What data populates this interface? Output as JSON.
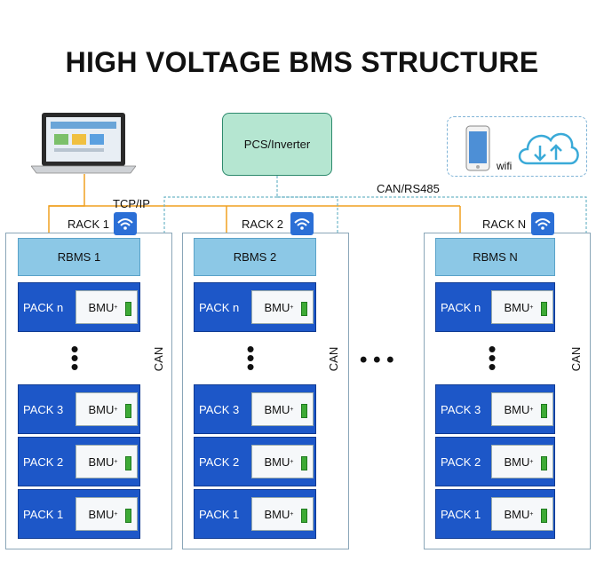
{
  "title": "HIGH VOLTAGE BMS STRUCTURE",
  "pcs_label": "PCS/Inverter",
  "tcpip_label": "TCP/IP",
  "canrs_label": "CAN/RS485",
  "wifi_label": "wifi",
  "can_label": "CAN",
  "ellipsis": "• • •",
  "racks": [
    {
      "label": "RACK 1",
      "rbms": "RBMS 1",
      "packs": [
        {
          "name": "PACK n",
          "bmu": "BMU"
        },
        {
          "name": "PACK 3",
          "bmu": "BMU"
        },
        {
          "name": "PACK 2",
          "bmu": "BMU"
        },
        {
          "name": "PACK 1",
          "bmu": "BMU"
        }
      ]
    },
    {
      "label": "RACK 2",
      "rbms": "RBMS 2",
      "packs": [
        {
          "name": "PACK n",
          "bmu": "BMU"
        },
        {
          "name": "PACK 3",
          "bmu": "BMU"
        },
        {
          "name": "PACK 2",
          "bmu": "BMU"
        },
        {
          "name": "PACK 1",
          "bmu": "BMU"
        }
      ]
    },
    {
      "label": "RACK N",
      "rbms": "RBMS N",
      "packs": [
        {
          "name": "PACK n",
          "bmu": "BMU"
        },
        {
          "name": "PACK 3",
          "bmu": "BMU"
        },
        {
          "name": "PACK 2",
          "bmu": "BMU"
        },
        {
          "name": "PACK 1",
          "bmu": "BMU"
        }
      ]
    }
  ],
  "colors": {
    "pack_blue": "#1d57c8",
    "rbms_blue": "#8cc8e6",
    "pcs_green": "#b5e6d1",
    "wire_orange": "#f0a020",
    "can_dotted": "#2b5fb0",
    "link_dashed": "#6fb6c8"
  },
  "icons": [
    "laptop-icon",
    "phone-icon",
    "cloud-sync-icon",
    "wifi-icon"
  ]
}
